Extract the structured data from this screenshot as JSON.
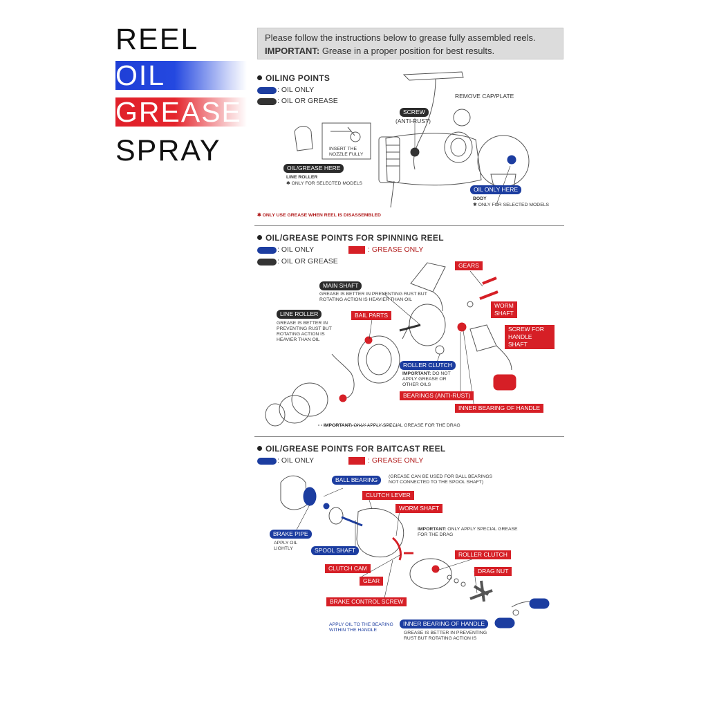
{
  "header": {
    "reel": "REEL",
    "oil": "OIL",
    "grease": "GREASE",
    "spray": "SPRAY"
  },
  "notice": {
    "line1": "Please follow the instructions below to grease fully assembled reels.",
    "important_label": "IMPORTANT:",
    "line2": " Grease in a proper position for best results."
  },
  "oiling": {
    "title": "OILING POINTS",
    "legend_oil": ": OIL ONLY",
    "legend_oil_grease": ": OIL OR GREASE",
    "screw_tag": "SCREW",
    "anti_rust": "(ANTI-RUST)",
    "remove_cap": "REMOVE CAP/PLATE",
    "insert_nozzle": "INSERT THE NOZZLE FULLY",
    "oil_grease_here": "OIL/GREASE HERE",
    "line_roller": "LINE ROLLER",
    "only_selected_1": "✱ ONLY FOR SELECTED MODELS",
    "oil_only_here": "OIL ONLY HERE",
    "body": "BODY",
    "only_selected_2": "✱ ONLY FOR SELECTED MODELS",
    "footnote": "✱ ONLY USE GREASE WHEN REEL IS DISASSEMBLED"
  },
  "spinning": {
    "title": "OIL/GREASE POINTS FOR SPINNING REEL",
    "legend_oil": ": OIL ONLY",
    "legend_oil_grease": ": OIL OR GREASE",
    "legend_grease": ": GREASE ONLY",
    "gears": "GEARS",
    "main_shaft": "MAIN SHAFT",
    "main_shaft_note": "GREASE IS BETTER IN PREVENTING RUST BUT ROTATING ACTION IS HEAVIER THAN OIL",
    "worm_shaft": "WORM SHAFT",
    "line_roller": "LINE ROLLER",
    "line_roller_note": "GREASE IS BETTER IN PREVENTING RUST BUT ROTATING ACTION IS HEAVIER THAN OIL",
    "bail_parts": "BAIL PARTS",
    "screw_handle": "SCREW FOR HANDLE SHAFT",
    "roller_clutch": "ROLLER CLUTCH",
    "roller_clutch_important": "IMPORTANT:",
    "roller_clutch_note": " DO NOT APPLY GREASE OR OTHER OILS",
    "bearings": "BEARINGS (ANTI-RUST)",
    "inner_bearing": "INNER BEARING OF HANDLE",
    "drag_important": "IMPORTANT:",
    "drag_note": " ONLY APPLY SPECIAL GREASE FOR THE DRAG"
  },
  "baitcast": {
    "title": "OIL/GREASE POINTS FOR BAITCAST REEL",
    "legend_oil": ": OIL ONLY",
    "legend_grease": ": GREASE ONLY",
    "ball_bearing": "BALL BEARING",
    "ball_bearing_note": "(GREASE CAN BE USED FOR BALL BEARINGS NOT CONNECTED TO THE SPOOL SHAFT)",
    "clutch_lever": "CLUTCH LEVER",
    "worm_shaft": "WORM SHAFT",
    "drag_important": "IMPORTANT:",
    "drag_note": " ONLY APPLY SPECIAL GREASE FOR THE DRAG",
    "brake_pipe": "BRAKE PIPE",
    "apply_oil": "APPLY OIL LIGHTLY",
    "spool_shaft": "SPOOL SHAFT",
    "roller_clutch": "ROLLER CLUTCH",
    "clutch_cam": "CLUTCH CAM",
    "drag_nut": "DRAG NUT",
    "gear": "GEAR",
    "brake_control": "BRAKE CONTROL SCREW",
    "apply_oil_handle": "APPLY OIL TO THE BEARING WITHIN THE HANDLE",
    "inner_bearing": "INNER BEARING OF HANDLE",
    "inner_bearing_note": "GREASE IS BETTER IN PREVENTING RUST BUT ROTATING ACTION IS"
  },
  "colors": {
    "oil_blue": "#1c3da0",
    "grease_red": "#d61f26",
    "oil_band": "#2448e0",
    "grease_band": "#e4242c"
  }
}
